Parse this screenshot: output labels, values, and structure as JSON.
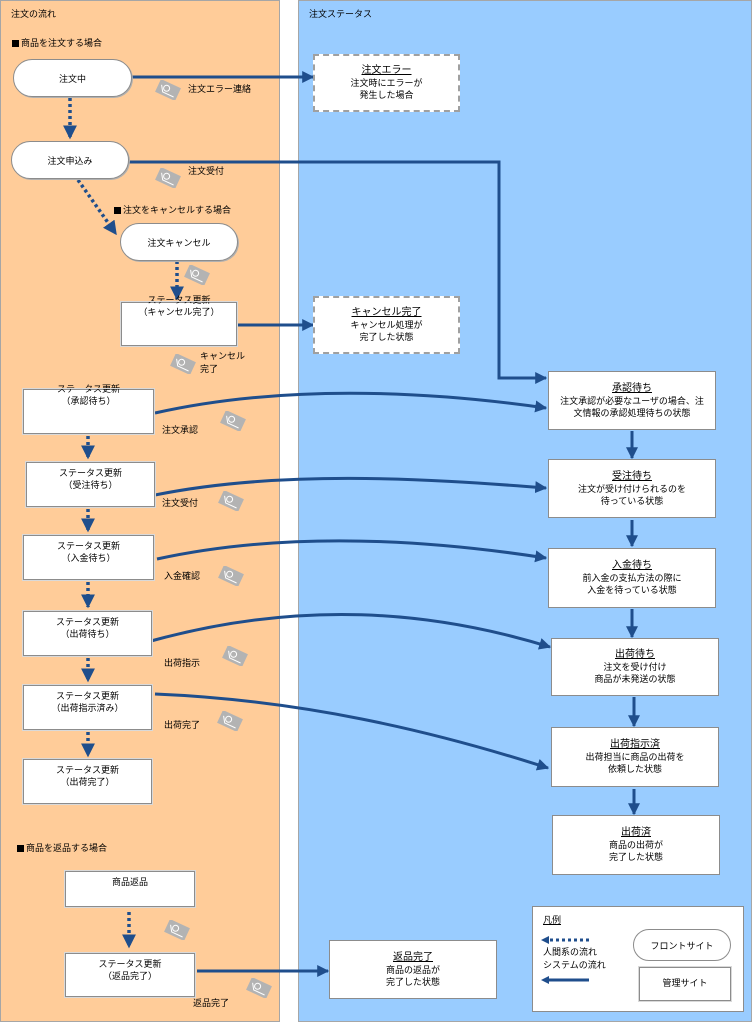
{
  "panes": {
    "left_title": "注文の流れ",
    "right_title": "注文ステータス"
  },
  "colors": {
    "left_bg": "#ffcc99",
    "right_bg": "#99ccff",
    "line": "#1f4e8c",
    "mail_icon": "#b3b3b3"
  },
  "sections": {
    "order": "商品を注文する場合",
    "cancel": "注文をキャンセルする場合",
    "return": "商品を返品する場合"
  },
  "front_nodes": {
    "ordering": "注文中",
    "order_request": "注文申込み",
    "order_cancel": "注文キャンセル"
  },
  "admin_nodes": {
    "cancel_done": [
      "ステータス更新",
      "（キャンセル完了）"
    ],
    "await_approval": [
      "ステータス更新",
      "（承認待ち）"
    ],
    "await_order": [
      "ステータス更新",
      "（受注待ち）"
    ],
    "await_payment": [
      "ステータス更新",
      "（入金待ち）"
    ],
    "await_shipping": [
      "ステータス更新",
      "（出荷待ち）"
    ],
    "shipping_instructed": [
      "ステータス更新",
      "（出荷指示済み）"
    ],
    "shipped": [
      "ステータス更新",
      "（出荷完了）"
    ],
    "product_return": "商品返品",
    "return_done": [
      "ステータス更新",
      "（返品完了）"
    ]
  },
  "mail_labels": {
    "order_error": "注文エラー連絡",
    "order_received": "注文受付",
    "cancel_done_1": "キャンセル",
    "cancel_done_2": "完了",
    "order_approval": "注文承認",
    "order_received_2": "注文受付",
    "payment_confirm": "入金確認",
    "shipping_instruction": "出荷指示",
    "shipping_done": "出荷完了",
    "return_done": "返品完了"
  },
  "statuses": {
    "order_error": {
      "title": "注文エラー",
      "desc": [
        "注文時にエラーが",
        "発生した場合"
      ]
    },
    "cancel_done": {
      "title": "キャンセル完了",
      "desc": [
        "キャンセル処理が",
        "完了した状態"
      ]
    },
    "await_approval": {
      "title": "承認待ち",
      "desc": [
        "注文承認が必要なユーザの場合、注",
        "文情報の承認処理待ちの状態"
      ]
    },
    "await_order": {
      "title": "受注待ち",
      "desc": [
        "注文が受け付けられるのを",
        "待っている状態"
      ]
    },
    "await_payment": {
      "title": "入金待ち",
      "desc": [
        "前入金の支払方法の際に",
        "入金を待っている状態"
      ]
    },
    "await_shipping": {
      "title": "出荷待ち",
      "desc": [
        "注文を受け付け",
        "商品が未発送の状態"
      ]
    },
    "shipping_instructed": {
      "title": "出荷指示済",
      "desc": [
        "出荷担当に商品の出荷を",
        "依頼した状態"
      ]
    },
    "shipped": {
      "title": "出荷済",
      "desc": [
        "商品の出荷が",
        "完了した状態"
      ]
    },
    "return_done": {
      "title": "返品完了",
      "desc": [
        "商品の返品が",
        "完了した状態"
      ]
    }
  },
  "legend": {
    "title": "凡例",
    "human_flow": "人間系の流れ",
    "system_flow": "システムの流れ",
    "front_site": "フロントサイト",
    "admin_site": "管理サイト"
  }
}
